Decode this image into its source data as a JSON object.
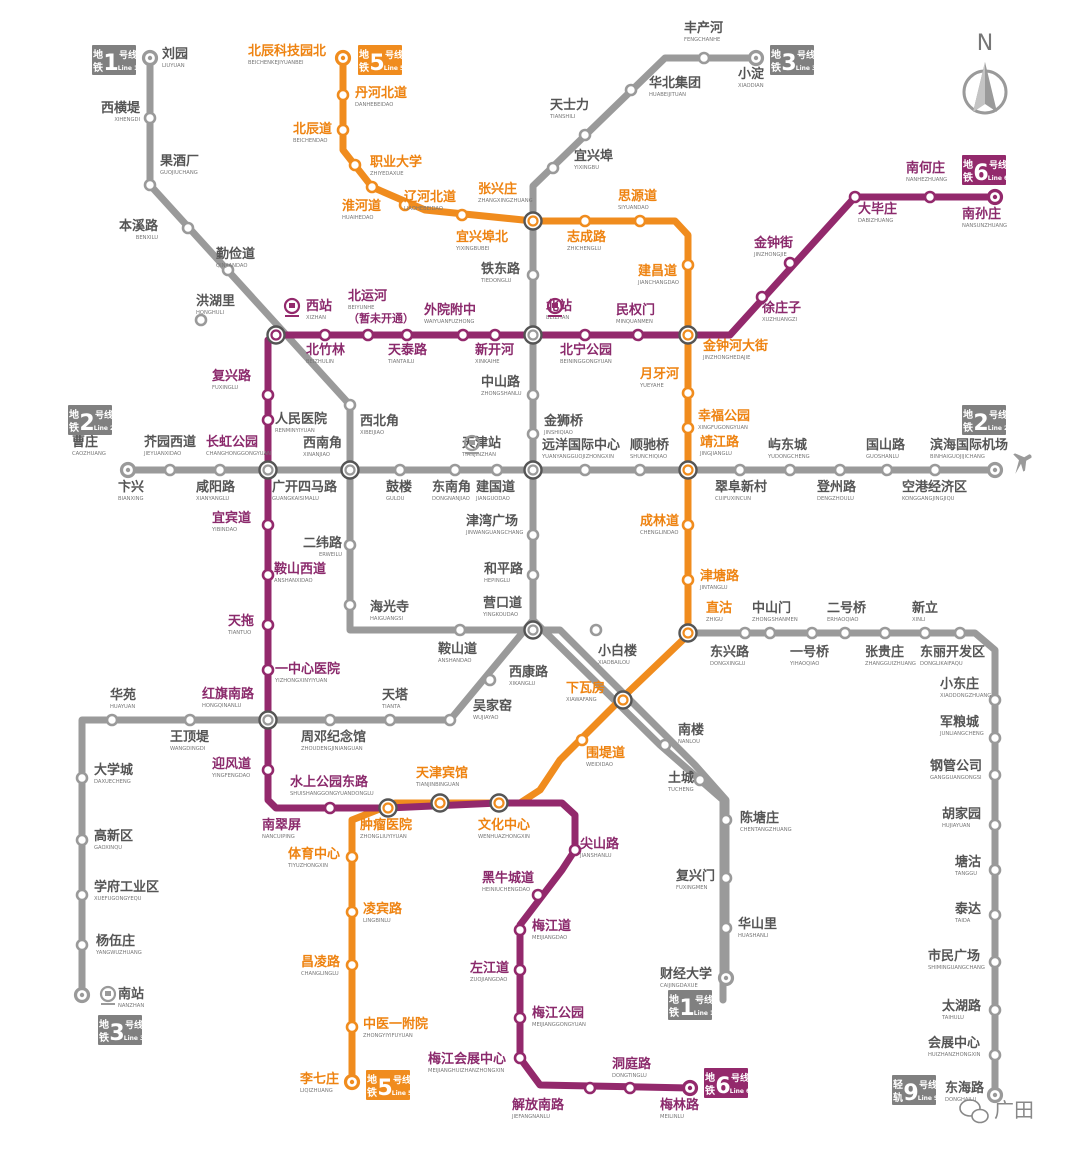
{
  "colors": {
    "line1": "#9a9a9a",
    "line2": "#9a9a9a",
    "line3": "#9a9a9a",
    "line5": "#f08c1e",
    "line6": "#93296c",
    "line9": "#9a9a9a",
    "text_gray": "#555555",
    "text_orange": "#ee8311",
    "text_purple": "#8b2a6c"
  },
  "compass": {
    "label": "N"
  },
  "watermark": {
    "text": "广田",
    "icon": "wechat-icon"
  },
  "badges": {
    "line1_top": {
      "cn1": "地",
      "cn2": "铁",
      "num": "1",
      "hao": "号线",
      "en": "Line 1",
      "color": "#808080"
    },
    "line5_top": {
      "cn1": "地",
      "cn2": "铁",
      "num": "5",
      "hao": "号线",
      "en": "Line 5",
      "color": "#f08c1e"
    },
    "line3_top": {
      "cn1": "地",
      "cn2": "铁",
      "num": "3",
      "hao": "号线",
      "en": "Line 3",
      "color": "#808080"
    },
    "line6_top": {
      "cn1": "地",
      "cn2": "铁",
      "num": "6",
      "hao": "号线",
      "en": "Line 6",
      "color": "#93296c"
    },
    "line2_left": {
      "cn1": "地",
      "cn2": "铁",
      "num": "2",
      "hao": "号线",
      "en": "Line 2",
      "color": "#808080"
    },
    "line2_right": {
      "cn1": "地",
      "cn2": "铁",
      "num": "2",
      "hao": "号线",
      "en": "Line 2",
      "color": "#808080"
    },
    "line3_bottom": {
      "cn1": "地",
      "cn2": "铁",
      "num": "3",
      "hao": "号线",
      "en": "Line 3",
      "color": "#808080"
    },
    "line1_bottom": {
      "cn1": "地",
      "cn2": "铁",
      "num": "1",
      "hao": "号线",
      "en": "Line 1",
      "color": "#808080"
    },
    "line5_bottom": {
      "cn1": "地",
      "cn2": "铁",
      "num": "5",
      "hao": "号线",
      "en": "Line 5",
      "color": "#f08c1e"
    },
    "line6_bottom": {
      "cn1": "地",
      "cn2": "铁",
      "num": "6",
      "hao": "号线",
      "en": "Line 6",
      "color": "#93296c"
    },
    "line9_bottom": {
      "cn1": "轻",
      "cn2": "轨",
      "num": "9",
      "hao": "号线",
      "en": "Line 9",
      "color": "#808080"
    }
  },
  "stations": {
    "liuyuan": {
      "zh": "刘园",
      "py": "LIUYUAN"
    },
    "xihengdi": {
      "zh": "西横堤",
      "py": "XIHENGDI"
    },
    "guojiuchang": {
      "zh": "果酒厂",
      "py": "GUOJIUCHANG"
    },
    "benxilu": {
      "zh": "本溪路",
      "py": "BENXILU"
    },
    "qinjiandao": {
      "zh": "勤俭道",
      "py": "QINJIANDAO"
    },
    "honghuli": {
      "zh": "洪湖里",
      "py": "HONGHULI"
    },
    "xizhan": {
      "zh": "西站",
      "py": "XIZHAN"
    },
    "xibeijiao": {
      "zh": "西北角",
      "py": "XIBEIJIAO"
    },
    "xinanjiao": {
      "zh": "西南角",
      "py": "XINANJIAO"
    },
    "erweilu": {
      "zh": "二纬路",
      "py": "ERWEILU"
    },
    "haiguangsi": {
      "zh": "海光寺",
      "py": "HAIGUANGSI"
    },
    "anshandao": {
      "zh": "鞍山道",
      "py": "ANSHANDAO"
    },
    "yingkoudao": {
      "zh": "营口道",
      "py": "YINGKOUDAO"
    },
    "xiaobailou": {
      "zh": "小白楼",
      "py": "XIAOBAILOU"
    },
    "xiawafang": {
      "zh": "下瓦房",
      "py": "XIAWAFANG"
    },
    "nanlou": {
      "zh": "南楼",
      "py": "NANLOU"
    },
    "tucheng": {
      "zh": "土城",
      "py": "TUCHENG"
    },
    "chentangzhuang": {
      "zh": "陈塘庄",
      "py": "CHENTANGZHUANG"
    },
    "fuxingmen": {
      "zh": "复兴门",
      "py": "FUXINGMEN"
    },
    "huashanli": {
      "zh": "华山里",
      "py": "HUASHANLI"
    },
    "caijingdaxue": {
      "zh": "财经大学",
      "py": "CAIJINGDAXUE"
    },
    "beichenkejiyuanbei": {
      "zh": "北辰科技园北",
      "py": "BEICHENKEJIYUANBEI"
    },
    "danhebeidao": {
      "zh": "丹河北道",
      "py": "DANHEBEIDAO"
    },
    "beichendao": {
      "zh": "北辰道",
      "py": "BEICHENDAO"
    },
    "zhiyedaxue": {
      "zh": "职业大学",
      "py": "ZHIYEDAXUE"
    },
    "huaihedao": {
      "zh": "淮河道",
      "py": "HUAIHEDAO"
    },
    "liaohebeidao": {
      "zh": "辽河北道",
      "py": "LIAOHEBEIDAO"
    },
    "yixingbubei": {
      "zh": "宜兴埠北",
      "py": "YIXINGBUBEI"
    },
    "zhangxingzhuang": {
      "zh": "张兴庄",
      "py": "ZHANGXINGZHUANG"
    },
    "zhichenglu": {
      "zh": "志成路",
      "py": "ZHICHENGLU"
    },
    "siyuandao": {
      "zh": "思源道",
      "py": "SIYUANDAO"
    },
    "jianchangdao": {
      "zh": "建昌道",
      "py": "JIANCHANGDAO"
    },
    "jinzhonghedajie": {
      "zh": "金钟河大街",
      "py": "JINZHONGHEDAJIE"
    },
    "yueyahe": {
      "zh": "月牙河",
      "py": "YUEYAHE"
    },
    "xingfugongyuan": {
      "zh": "幸福公园",
      "py": "XINGFUGONGYUAN"
    },
    "jingjianglu": {
      "zh": "靖江路",
      "py": "JINGJIANGLU"
    },
    "chenglindao": {
      "zh": "成林道",
      "py": "CHENGLINDAO"
    },
    "jintanglu": {
      "zh": "津塘路",
      "py": "JINTANGLU"
    },
    "zhigu": {
      "zh": "直沽",
      "py": "ZHIGU"
    },
    "weididao": {
      "zh": "围堤道",
      "py": "WEIDIDAO"
    },
    "wenhuazhongxin": {
      "zh": "文化中心",
      "py": "WENHUAZHONGXIN"
    },
    "tianjinbinguan": {
      "zh": "天津宾馆",
      "py": "TIANJINBINGUAN"
    },
    "zhongliuyiyuan": {
      "zh": "肿瘤医院",
      "py": "ZHONGLIUYIYUAN"
    },
    "tiyuzhongxin": {
      "zh": "体育中心",
      "py": "TIYUZHONGXIN"
    },
    "linbinlu": {
      "zh": "凌宾路",
      "py": "LINGBINLU"
    },
    "changlinglu": {
      "zh": "昌凌路",
      "py": "CHANGLINGLU"
    },
    "zhongyiyifuyuan": {
      "zh": "中医一附院",
      "py": "ZHONGYIYIFUYUAN"
    },
    "liqizhuang": {
      "zh": "李七庄",
      "py": "LIQIZHUANG"
    },
    "fengchanhe": {
      "zh": "丰产河",
      "py": "FENGCHANHE"
    },
    "xiaodian": {
      "zh": "小淀",
      "py": "XIAODIAN"
    },
    "huabeijituan": {
      "zh": "华北集团",
      "py": "HUABEIJITUAN"
    },
    "tianshili": {
      "zh": "天士力",
      "py": "TIANSHILI"
    },
    "yixingbu": {
      "zh": "宜兴埠",
      "py": "YIXINGBU"
    },
    "tiedonglu": {
      "zh": "铁东路",
      "py": "TIEDONGLU"
    },
    "beizhan": {
      "zh": "北站",
      "py": "BEIZHAN"
    },
    "zhongshanlu": {
      "zh": "中山路",
      "py": "ZHONGSHANLU"
    },
    "jinshiqiao": {
      "zh": "金狮桥",
      "py": "JINSHIQIAO"
    },
    "tianjinzhan": {
      "zh": "天津站",
      "py": "TIANJINZHAN"
    },
    "jinwanguangchang": {
      "zh": "津湾广场",
      "py": "JINWANGUANGCHANG"
    },
    "hepinglu": {
      "zh": "和平路",
      "py": "HEPINGLU"
    },
    "xikanglu": {
      "zh": "西康路",
      "py": "XIKANGLU"
    },
    "wujiayao": {
      "zh": "吴家窑",
      "py": "WUJIAYAO"
    },
    "tianta": {
      "zh": "天塔",
      "py": "TIANTA"
    },
    "zhoudengjinianguan": {
      "zh": "周邓纪念馆",
      "py": "ZHOUDENGJINIANGUAN"
    },
    "hongqinanlu": {
      "zh": "红旗南路",
      "py": "HONGQINANLU"
    },
    "wangdingdi": {
      "zh": "王顶堤",
      "py": "WANGDINGDI"
    },
    "huayuan": {
      "zh": "华苑",
      "py": "HUAYUAN"
    },
    "daxuecheng": {
      "zh": "大学城",
      "py": "DAXUECHENG"
    },
    "gaoxinqu": {
      "zh": "高新区",
      "py": "GAOXINQU"
    },
    "xuefugongyequ": {
      "zh": "学府工业区",
      "py": "XUEFUGONGYEQU"
    },
    "yangwuzhuang": {
      "zh": "杨伍庄",
      "py": "YANGWUZHUANG"
    },
    "nanzhan": {
      "zh": "南站",
      "py": "NANZHAN"
    },
    "caozhuang": {
      "zh": "曹庄",
      "py": "CAOZHUANG"
    },
    "bianxing": {
      "zh": "卞兴",
      "py": "BIANXING"
    },
    "jieyuanxidao": {
      "zh": "芥园西道",
      "py": "JIEYUANXIDAO"
    },
    "xianyanglu": {
      "zh": "咸阳路",
      "py": "XIANYANGLU"
    },
    "changhonggongyuan": {
      "zh": "长虹公园",
      "py": "CHANGHONGGONGYUAN"
    },
    "guangkaisimalu": {
      "zh": "广开四马路",
      "py": "GUANGKAISIMALU"
    },
    "gulou": {
      "zh": "鼓楼",
      "py": "GULOU"
    },
    "dongnanjiao": {
      "zh": "东南角",
      "py": "DONGNANJIAO"
    },
    "jianguodao": {
      "zh": "建国道",
      "py": "JIANGUODAO"
    },
    "yuanyangguojizhongxin": {
      "zh": "远洋国际中心",
      "py": "YUANYANGGUOJIZHONGXIN"
    },
    "shunchiqiao": {
      "zh": "顺驰桥",
      "py": "SHUNCHIQIAO"
    },
    "cuifuxincun": {
      "zh": "翠阜新村",
      "py": "CUIFUXINCUN"
    },
    "yudongcheng": {
      "zh": "屿东城",
      "py": "YUDONGCHENG"
    },
    "dengzhoulu": {
      "zh": "登州路",
      "py": "DENGZHOULU"
    },
    "guoshanlu": {
      "zh": "国山路",
      "py": "GUOSHANLU"
    },
    "konggangjingjiqu": {
      "zh": "空港经济区",
      "py": "KONGGANGJINGJIQU"
    },
    "binhaiguojijichang": {
      "zh": "滨海国际机场",
      "py": "BINHAIGUOJIJICHANG"
    },
    "nanhezhuang": {
      "zh": "南何庄",
      "py": "NANHEZHUANG"
    },
    "nansunzhuang": {
      "zh": "南孙庄",
      "py": "NANSUNZHUANG"
    },
    "dabizhuang": {
      "zh": "大毕庄",
      "py": "DABIZHUANG"
    },
    "jinzhongjie": {
      "zh": "金钟街",
      "py": "JINZHONGJIE"
    },
    "xuzhuangzi": {
      "zh": "徐庄子",
      "py": "XUZHUANGZI"
    },
    "minquanmen": {
      "zh": "民权门",
      "py": "MINQUANMEN"
    },
    "beiningongyuan": {
      "zh": "北宁公园",
      "py": "BEININGGONGYUAN"
    },
    "xinkaihe": {
      "zh": "新开河",
      "py": "XINKAIHE"
    },
    "waiyuanfuzhong": {
      "zh": "外院附中",
      "py": "WAIYUANFUZHONG"
    },
    "tiantailu": {
      "zh": "天泰路",
      "py": "TIANTAILU"
    },
    "beiyunhe": {
      "zh": "北运河",
      "py": "BEIYUNHE",
      "note": "（暂未开通）"
    },
    "beizhulin": {
      "zh": "北竹林",
      "py": "BEIZHULIN"
    },
    "fuxinglu": {
      "zh": "复兴路",
      "py": "FUXINGLU"
    },
    "renminyiyuan": {
      "zh": "人民医院",
      "py": "RENMINYIYUAN"
    },
    "yibindao": {
      "zh": "宜宾道",
      "py": "YIBINDAO"
    },
    "anshanxidao": {
      "zh": "鞍山西道",
      "py": "ANSHANXIDAO"
    },
    "tiantuo": {
      "zh": "天拖",
      "py": "TIANTUO"
    },
    "yizhongxinyiyuan": {
      "zh": "一中心医院",
      "py": "YIZHONGXINYIYUAN"
    },
    "yingfengdao": {
      "zh": "迎风道",
      "py": "YINGFENGDAO"
    },
    "nancuiping": {
      "zh": "南翠屏",
      "py": "NANCUIPING"
    },
    "shuishanggongyuandonglu": {
      "zh": "水上公园东路",
      "py": "SHUISHANGGONGYUANDONGLU"
    },
    "jianshanlu": {
      "zh": "尖山路",
      "py": "JIANSHANLU"
    },
    "heiniuchengdao": {
      "zh": "黑牛城道",
      "py": "HEINIUCHENGDAO"
    },
    "meijiangdao": {
      "zh": "梅江道",
      "py": "MEIJIANGDAO"
    },
    "zuojiangdao": {
      "zh": "左江道",
      "py": "ZUOJIANGDAO"
    },
    "meijianggongyuan": {
      "zh": "梅江公园",
      "py": "MEIJIANGGONGYUAN"
    },
    "meijianghuizhanzhongxin": {
      "zh": "梅江会展中心",
      "py": "MEIJIANGHUIZHANZHONGXIN"
    },
    "jiefangnanlu": {
      "zh": "解放南路",
      "py": "JIEFANGNANLU"
    },
    "dongtinglu": {
      "zh": "洞庭路",
      "py": "DONGTINGLU"
    },
    "meilinlu": {
      "zh": "梅林路",
      "py": "MEILINLU"
    },
    "zhongshanmen": {
      "zh": "中山门",
      "py": "ZHONGSHANMEN"
    },
    "erhaoqiao": {
      "zh": "二号桥",
      "py": "ERHAOQIAO"
    },
    "xinli": {
      "zh": "新立",
      "py": "XINLI"
    },
    "dongxinglu": {
      "zh": "东兴路",
      "py": "DONGXINGLU"
    },
    "yihaoqiao": {
      "zh": "一号桥",
      "py": "YIHAOQIAO"
    },
    "zhangguizhuang": {
      "zh": "张贵庄",
      "py": "ZHANGGUIZHUANG"
    },
    "donglikaifaqu": {
      "zh": "东丽开发区",
      "py": "DONGLIKAIFAQU"
    },
    "xiaodongzhuang": {
      "zh": "小东庄",
      "py": "XIAODONGZHUANG"
    },
    "junliangcheng": {
      "zh": "军粮城",
      "py": "JUNLIANGCHENG"
    },
    "gangguangongsi": {
      "zh": "钢管公司",
      "py": "GANGGUANGONGSI"
    },
    "hujiayuan": {
      "zh": "胡家园",
      "py": "HUJIAYUAN"
    },
    "tanggu": {
      "zh": "塘沽",
      "py": "TANGGU"
    },
    "taida": {
      "zh": "泰达",
      "py": "TAIDA"
    },
    "shizhengguangchang": {
      "zh": "市民广场",
      "py": "SHIMINGUANGCHANG"
    },
    "taihulu": {
      "zh": "太湖路",
      "py": "TAIHULU"
    },
    "huizhanzhongxin": {
      "zh": "会展中心",
      "py": "HUIZHANZHONGXIN"
    },
    "donghailu": {
      "zh": "东海路",
      "py": "DONGHAILU"
    }
  }
}
